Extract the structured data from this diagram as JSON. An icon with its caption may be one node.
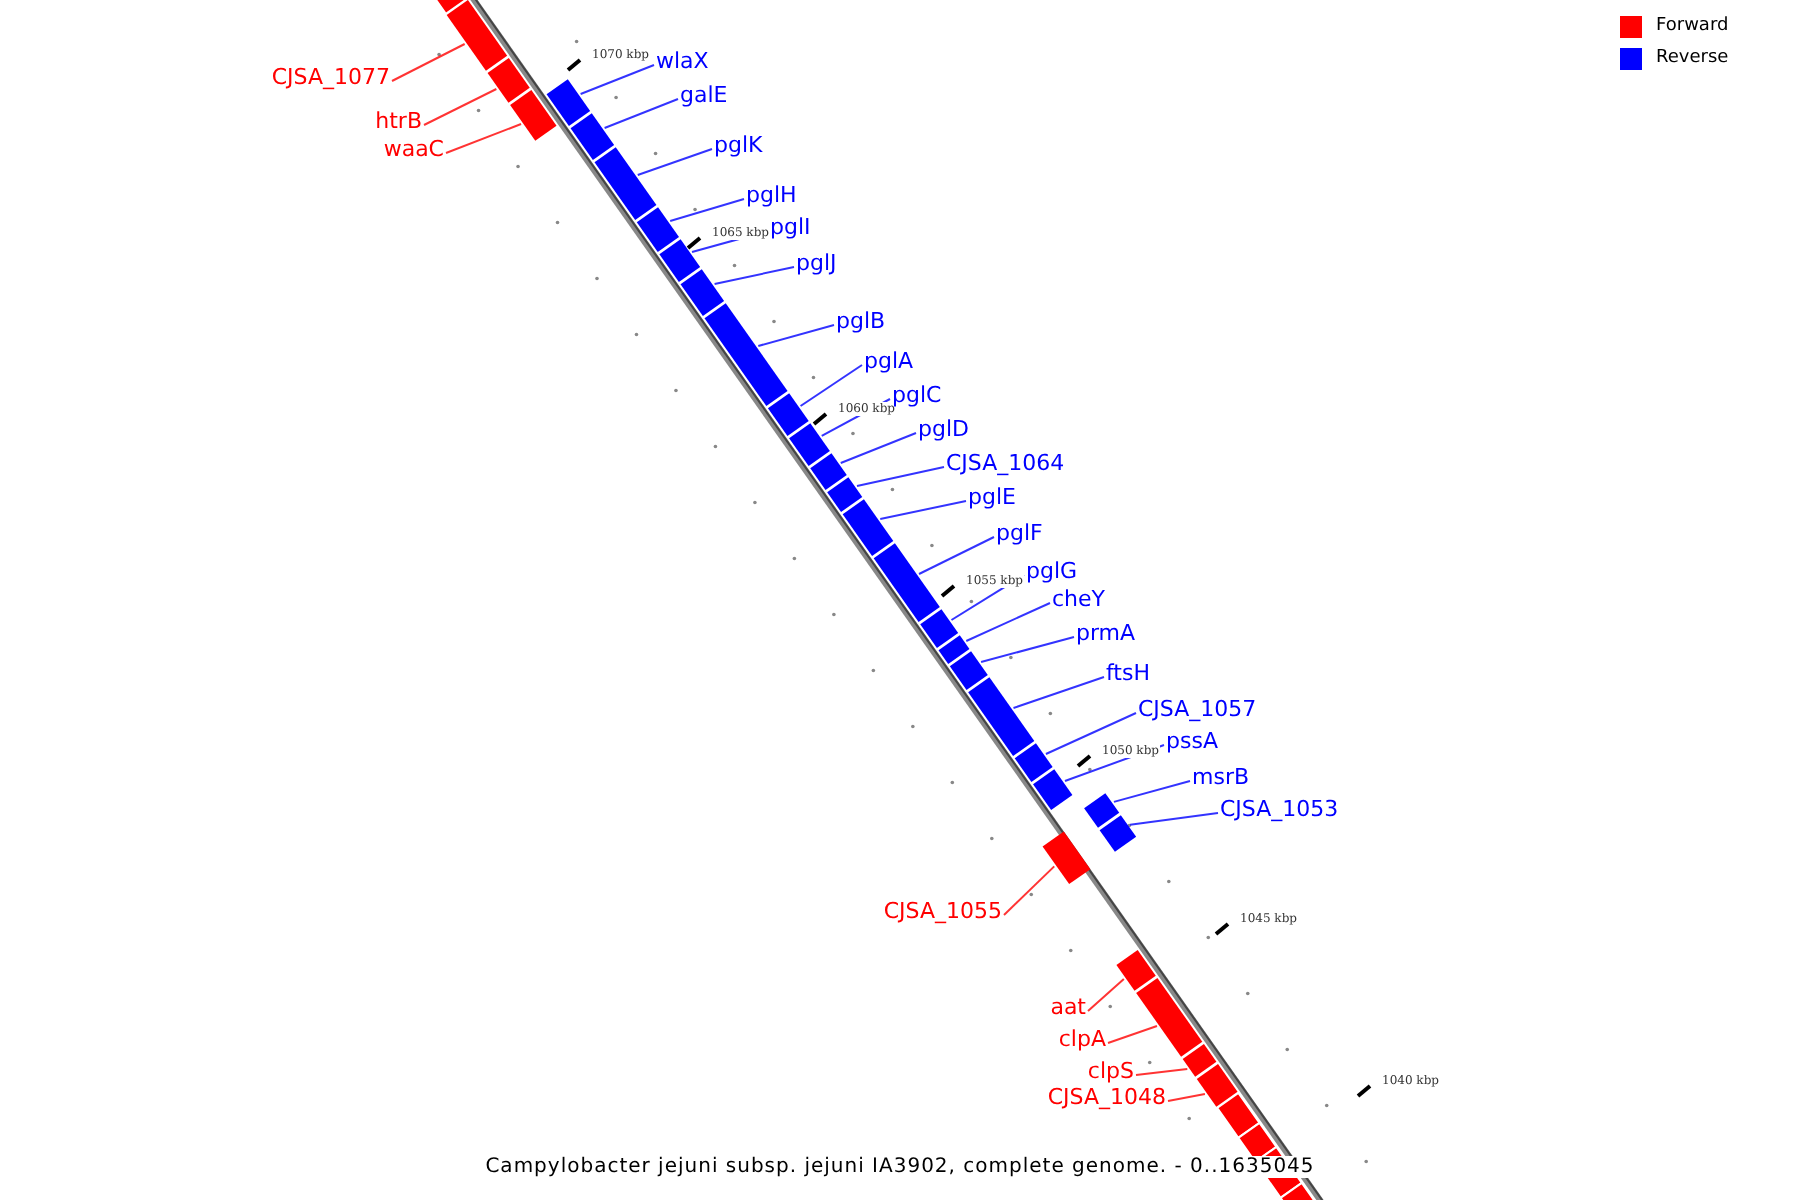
{
  "diagram": {
    "caption": "Campylobacter jejuni subsp. jejuni IA3902, complete genome. - 0..1635045",
    "nodes": [
      {
        "text": [
          "CJSA_1077"
        ]
      },
      {
        "text": [],
        "shape": "bar"
      },
      {
        "text": [
          "htrB"
        ]
      },
      {
        "text": [],
        "shape": "bar"
      },
      {
        "text": [
          "waaC"
        ]
      },
      {
        "text": [],
        "shape": "bar"
      },
      {
        "text": [
          "wlaX"
        ]
      },
      {
        "text": [],
        "shape": "bar"
      },
      {
        "text": [
          "galE"
        ]
      },
      {
        "text": [],
        "shape": "bar"
      },
      {
        "text": [
          "pglK"
        ]
      },
      {
        "text": [],
        "shape": "bar"
      },
      {
        "text": [
          "pglH"
        ]
      },
      {
        "text": [],
        "shape": "bar"
      },
      {
        "text": [
          "pglI"
        ]
      },
      {
        "text": [],
        "shape": "bar"
      },
      {
        "text": [
          "pglJ"
        ]
      },
      {
        "text": [],
        "shape": "bar"
      },
      {
        "text": [
          "pglB"
        ]
      },
      {
        "text": [],
        "shape": "bar"
      },
      {
        "text": [
          "pglA"
        ]
      },
      {
        "text": [],
        "shape": "bar"
      },
      {
        "text": [
          "pglC"
        ]
      },
      {
        "text": [],
        "shape": "bar"
      },
      {
        "text": [
          "pglD"
        ]
      },
      {
        "text": [],
        "shape": "bar"
      },
      {
        "text": [
          "CJSA_1064"
        ]
      },
      {
        "text": [],
        "shape": "bar"
      },
      {
        "text": [
          "pglE"
        ]
      },
      {
        "text": [],
        "shape": "bar"
      },
      {
        "text": [
          "pglF"
        ]
      },
      {
        "text": [],
        "shape": "bar"
      },
      {
        "text": [
          "pglG"
        ]
      },
      {
        "text": [],
        "shape": "bar"
      },
      {
        "text": [
          "cheY"
        ]
      },
      {
        "text": [],
        "shape": "bar"
      },
      {
        "text": [
          "prmA"
        ]
      },
      {
        "text": [],
        "shape": "bar"
      },
      {
        "text": [
          "ftsH"
        ]
      },
      {
        "text": [],
        "shape": "bar"
      },
      {
        "text": [
          "CJSA_1057"
        ]
      },
      {
        "text": [],
        "shape": "bar"
      },
      {
        "text": [
          "pssA"
        ]
      },
      {
        "text": [],
        "shape": "bar"
      },
      {
        "text": [
          "msrB"
        ]
      },
      {
        "text": [],
        "shape": "bar"
      },
      {
        "text": [
          "CJSA_1053"
        ]
      },
      {
        "text": [],
        "shape": "bar"
      },
      {
        "text": [
          "CJSA_1055"
        ]
      },
      {
        "text": [],
        "shape": "bar"
      },
      {
        "text": [
          "aat"
        ]
      },
      {
        "text": [],
        "shape": "bar"
      },
      {
        "text": [
          "clpA"
        ]
      },
      {
        "text": [],
        "shape": "bar"
      },
      {
        "text": [
          "clpS"
        ]
      },
      {
        "text": [],
        "shape": "bar"
      },
      {
        "text": [
          "CJSA_1048"
        ]
      },
      {
        "text": [],
        "shape": "bar"
      }
    ],
    "edges": [
      {
        "from": 0,
        "to": 1,
        "arrow": "none",
        "color": "#ff0000"
      },
      {
        "from": 2,
        "to": 3,
        "arrow": "none",
        "color": "#ff0000"
      },
      {
        "from": 4,
        "to": 5,
        "arrow": "none",
        "color": "#ff0000"
      },
      {
        "from": 6,
        "to": 7,
        "arrow": "none"
      },
      {
        "from": 8,
        "to": 9,
        "arrow": "none"
      },
      {
        "from": 10,
        "to": 11,
        "arrow": "none"
      },
      {
        "from": 12,
        "to": 13,
        "arrow": "none"
      },
      {
        "from": 14,
        "to": 15,
        "arrow": "none"
      },
      {
        "from": 16,
        "to": 17,
        "arrow": "none"
      },
      {
        "from": 18,
        "to": 19,
        "arrow": "none"
      },
      {
        "from": 20,
        "to": 21,
        "arrow": "none"
      },
      {
        "from": 22,
        "to": 23,
        "arrow": "none"
      },
      {
        "from": 24,
        "to": 25,
        "arrow": "none"
      },
      {
        "from": 26,
        "to": 27,
        "arrow": "none"
      },
      {
        "from": 28,
        "to": 29,
        "arrow": "none"
      },
      {
        "from": 30,
        "to": 31,
        "arrow": "none"
      },
      {
        "from": 32,
        "to": 33,
        "arrow": "none"
      },
      {
        "from": 34,
        "to": 35,
        "arrow": "none"
      },
      {
        "from": 36,
        "to": 37,
        "arrow": "none"
      },
      {
        "from": 38,
        "to": 39,
        "arrow": "none"
      },
      {
        "from": 40,
        "to": 41,
        "arrow": "none"
      },
      {
        "from": 42,
        "to": 43,
        "arrow": "none"
      },
      {
        "from": 44,
        "to": 45,
        "arrow": "none"
      },
      {
        "from": 46,
        "to": 47,
        "arrow": "none"
      },
      {
        "from": 48,
        "to": 49,
        "arrow": "none",
        "color": "#ff0000"
      },
      {
        "from": 50,
        "to": 51,
        "arrow": "none",
        "color": "#ff0000"
      },
      {
        "from": 52,
        "to": 53,
        "arrow": "none",
        "color": "#ff0000"
      },
      {
        "from": 54,
        "to": 55,
        "arrow": "none",
        "color": "#ff0000"
      },
      {
        "from": 56,
        "to": 57,
        "arrow": "none",
        "color": "#ff0000"
      }
    ],
    "labels": [
      "1070 kbp",
      "1065 kbp",
      "1060 kbp",
      "1055 kbp",
      "1050 kbp",
      "1045 kbp",
      "1040 kbp"
    ],
    "legend": [
      {
        "text": "Forward",
        "color": "#ff0000"
      },
      {
        "text": "Reverse",
        "color": "#0000ff"
      }
    ]
  }
}
